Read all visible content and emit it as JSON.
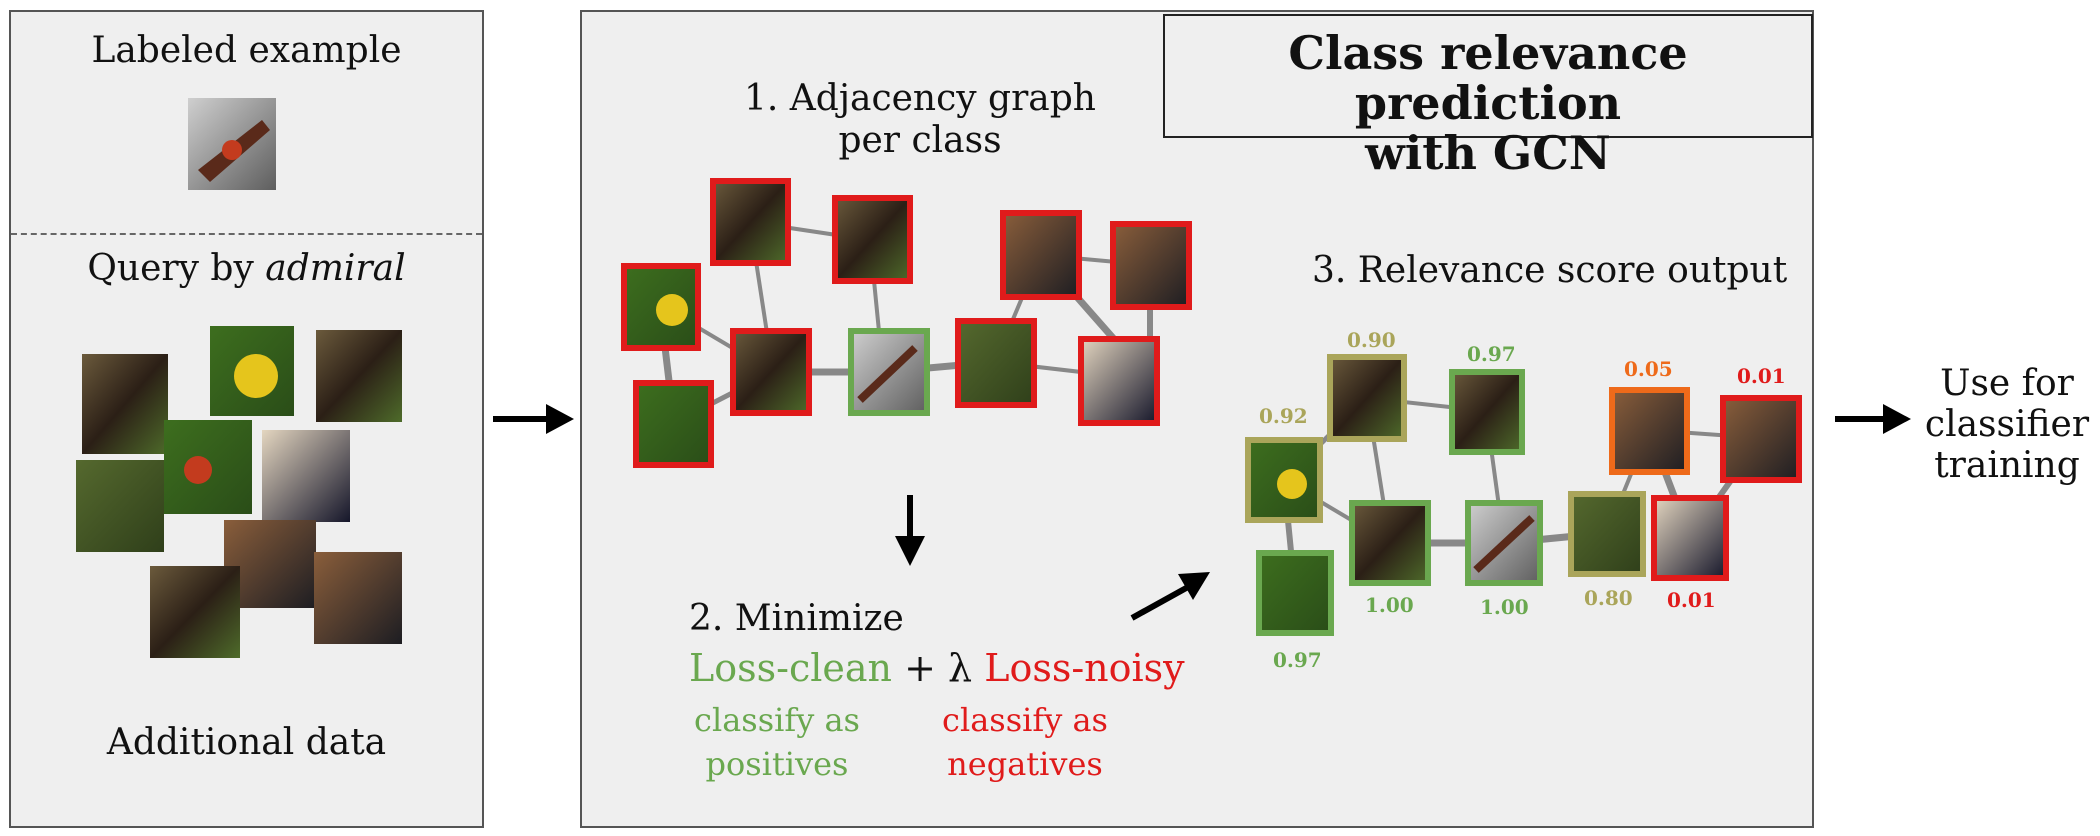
{
  "left_panel": {
    "labeled_title": "Labeled example",
    "query_prefix": "Query by ",
    "query_term": "admiral",
    "additional_label": "Additional data"
  },
  "main_panel": {
    "title_line1": "Class relevance prediction",
    "title_line2": "with GCN",
    "step1_line1": "1. Adjacency graph",
    "step1_line2": "per class",
    "step2_heading": "2. Minimize",
    "loss_clean": "Loss-clean",
    "plus_lambda": "+ λ",
    "loss_noisy": "Loss-noisy",
    "clean_desc_line1": "classify as",
    "clean_desc_line2": "positives",
    "noisy_desc_line1": "classify as",
    "noisy_desc_line2": "negatives",
    "step3": "3. Relevance score output"
  },
  "output": {
    "line1": "Use for",
    "line2": "classifier",
    "line3": "training"
  },
  "scores": {
    "s1": "0.90",
    "s2": "0.97",
    "s3": "0.05",
    "s4": "0.01",
    "s5": "0.92",
    "s6": "0.97",
    "s7": "1.00",
    "s8": "1.00",
    "s9": "0.80",
    "s10": "0.01"
  },
  "colors": {
    "clean": "#6aa84f",
    "noisy": "#e01b1b",
    "olive": "#aaa55a",
    "orange": "#ee6a1a",
    "edge": "#888888"
  },
  "icons": {
    "butterfly_photo": "butterfly-photo",
    "admiral_person_photo": "person-photo",
    "navy_badge_photo": "navy-photo",
    "arrow": "arrow-right"
  }
}
